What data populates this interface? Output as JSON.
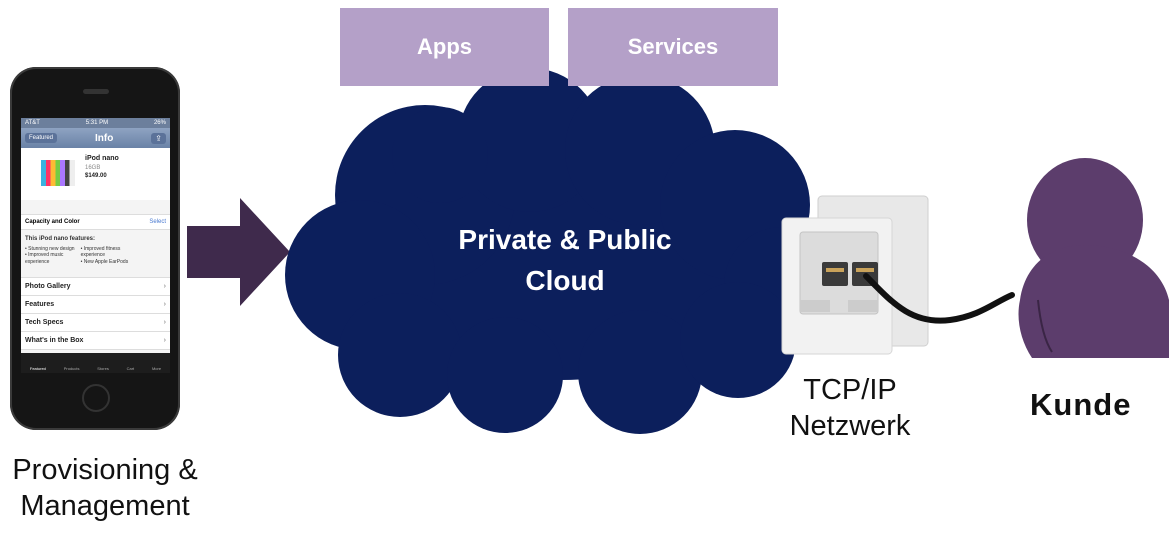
{
  "boxes": {
    "apps": "Apps",
    "services": "Services"
  },
  "cloud": {
    "line1": "Private & Public",
    "line2": "Cloud"
  },
  "phone": {
    "status_left": "AT&T",
    "status_time": "5:31 PM",
    "status_right": "26%",
    "nav_back": "Featured",
    "nav_title": "Info",
    "product_name": "iPod nano",
    "product_sub": "16GB",
    "product_price": "$149.00",
    "capacity_label": "Capacity and Color",
    "capacity_action": "Select",
    "features_heading": "This iPod nano features:",
    "features_col1_a": "• Stunning new design",
    "features_col1_b": "• Improved music",
    "features_col1_c": "  experience",
    "features_col2_a": "• Improved fitness",
    "features_col2_b": "  experience",
    "features_col2_c": "• New Apple EarPods",
    "menu": [
      "Photo Gallery",
      "Features",
      "Tech Specs",
      "What's in the Box"
    ],
    "tabs": [
      "Featured",
      "Products",
      "Stores",
      "Cart",
      "More"
    ]
  },
  "labels": {
    "provisioning_line1": "Provisioning &",
    "provisioning_line2": "Management",
    "network_line1": "TCP/IP",
    "network_line2": "Netzwerk",
    "customer": "Kunde"
  },
  "colors": {
    "box": "#b4a0c8",
    "cloud": "#0c1f5c",
    "arrow": "#3f2a4c",
    "person": "#5c3d6c"
  }
}
